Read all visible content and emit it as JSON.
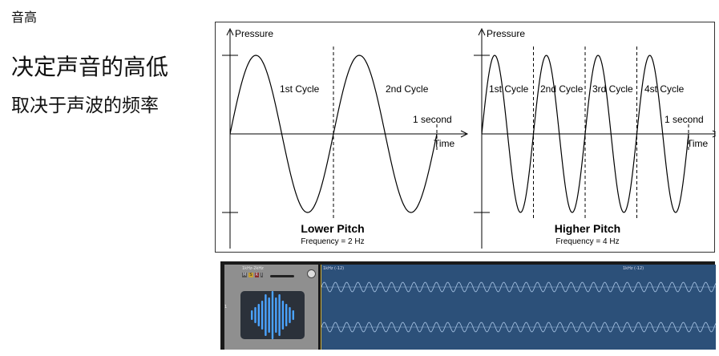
{
  "slide": {
    "section": "音高",
    "heading": "决定声音的高低",
    "subheading": "取决于声波的频率"
  },
  "left_plot": {
    "y_label": "Pressure",
    "x_label": "Time",
    "cycles": [
      "1st Cycle",
      "2nd Cycle"
    ],
    "duration_label": "1 second",
    "title": "Lower Pitch",
    "frequency": "Frequency = 2 Hz",
    "hz": 2
  },
  "right_plot": {
    "y_label": "Pressure",
    "x_label": "Time",
    "cycles": [
      "1st Cycle",
      "2nd Cycle",
      "3rd Cycle",
      "4st Cycle"
    ],
    "duration_label": "1 second",
    "title": "Higher Pitch",
    "frequency": "Frequency = 4 Hz",
    "hz": 4
  },
  "daw": {
    "track_name": "1kHz-2kHz",
    "buttons": [
      "M",
      "S",
      "R",
      "I"
    ],
    "region_label_1": "1kHz (-12)",
    "region_label_2": "1kHz (-12)",
    "track_number": "1",
    "accent": "#4aa3ff"
  }
}
